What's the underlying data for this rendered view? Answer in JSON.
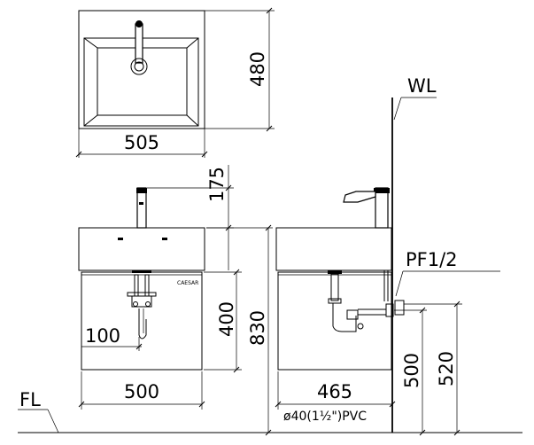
{
  "top_view": {
    "width": "505",
    "depth": "480"
  },
  "front_view": {
    "faucet_height": "175",
    "cabinet_height": "400",
    "total_height": "830",
    "drain_offset": "100",
    "width": "500",
    "brand": "CAESAR"
  },
  "side_view": {
    "wall_label": "WL",
    "pipe_label": "PF1/2",
    "depth": "465",
    "drain_pipe": "ø40(1½\")PVC",
    "drain_height": "500",
    "supply_height": "520"
  },
  "floor_label": "FL"
}
